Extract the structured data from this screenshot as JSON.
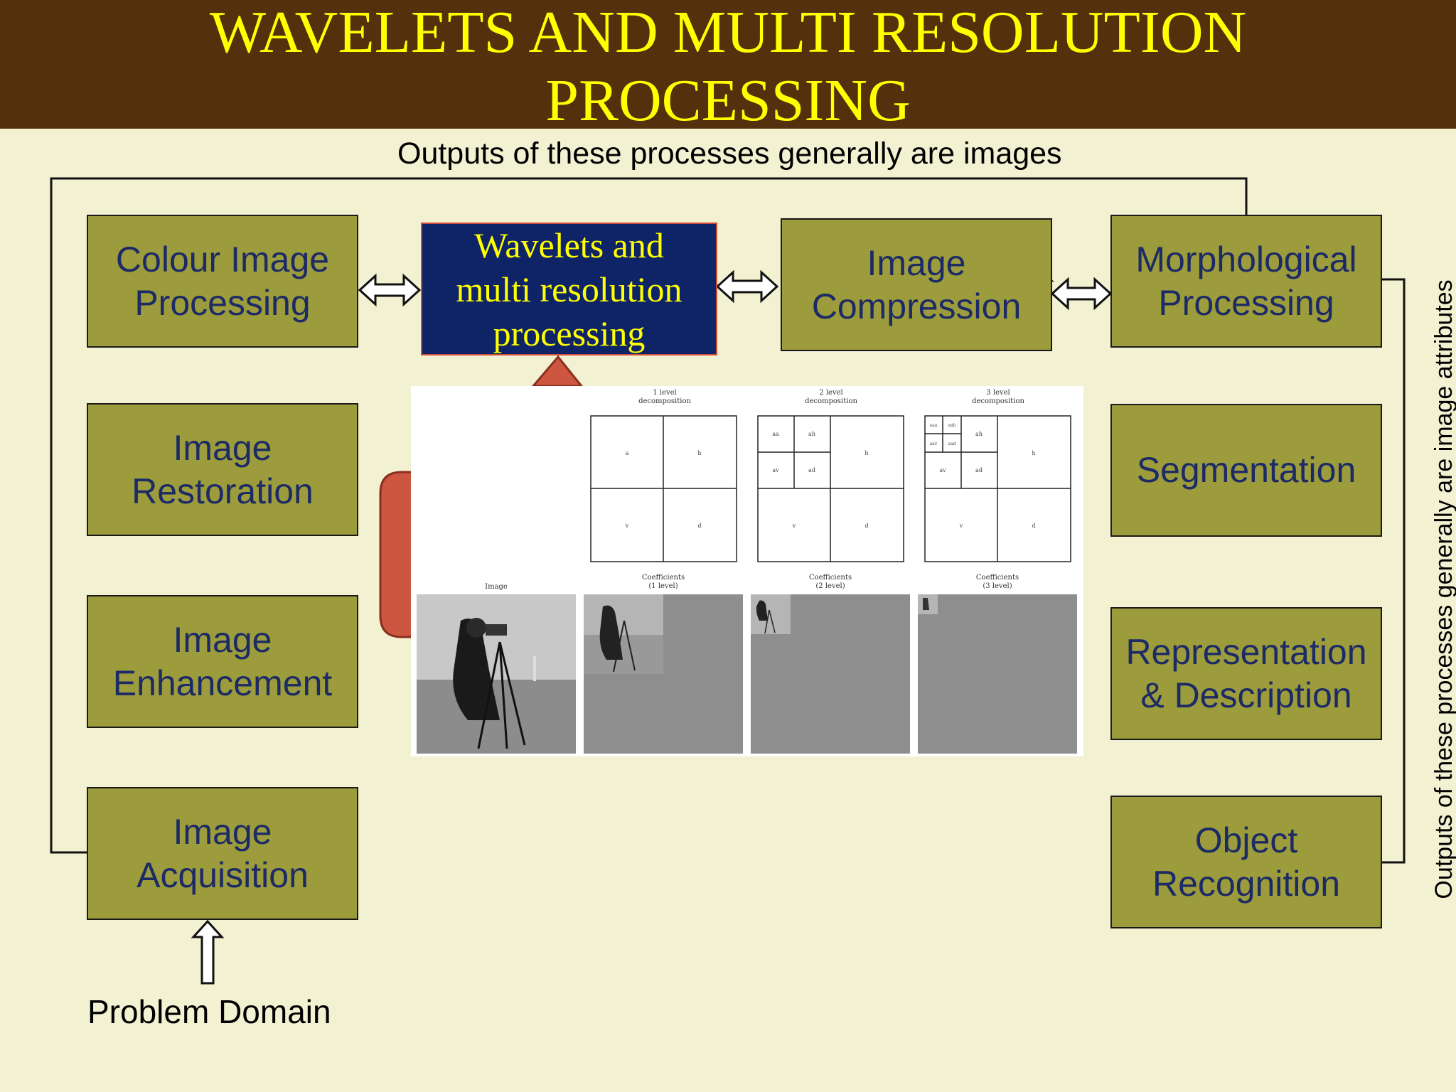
{
  "title": {
    "line1": "WAVELETS AND MULTI RESOLUTION",
    "line2": "PROCESSING"
  },
  "top_caption": "Outputs of these processes generally are images",
  "side_caption": "Outputs of these processes generally are image attributes",
  "problem_domain": "Problem Domain",
  "boxes": {
    "colour": [
      "Colour Image",
      "Processing"
    ],
    "wavelets": [
      "Wavelets and",
      "multi resolution",
      "processing"
    ],
    "compression": [
      "Image",
      "Compression"
    ],
    "morphological": [
      "Morphological",
      "Processing"
    ],
    "restoration": [
      "Image",
      "Restoration"
    ],
    "segmentation": [
      "Segmentation"
    ],
    "enhancement": [
      "Image",
      "Enhancement"
    ],
    "representation": [
      "Representation",
      "& Description"
    ],
    "acquisition": [
      "Image",
      "Acquisition"
    ],
    "recognition": [
      "Object",
      "Recognition"
    ]
  },
  "figure": {
    "decomp_titles": [
      [
        "1 level",
        "decomposition"
      ],
      [
        "2 level",
        "decomposition"
      ],
      [
        "3 level",
        "decomposition"
      ]
    ],
    "image_label": "Image",
    "coef_labels": [
      [
        "Coefficients",
        "(1 level)"
      ],
      [
        "Coefficients",
        "(2 level)"
      ],
      [
        "Coefficients",
        "(3 level)"
      ]
    ],
    "cells_l1": [
      "a",
      "h",
      "v",
      "d"
    ],
    "cells_l2": [
      "aa",
      "ah",
      "av",
      "ad",
      "h",
      "v",
      "d"
    ],
    "cells_l3": [
      "aaa",
      "aah",
      "aav",
      "aad",
      "ah",
      "av",
      "ad",
      "h",
      "v",
      "d"
    ]
  },
  "colors": {
    "header": "#54300c",
    "background": "#f2f1d2",
    "box": "#9c9c3c",
    "box_text": "#1c2a66",
    "highlight": "#0e2466",
    "highlight_text": "#ffff00",
    "callout": "#cd5640"
  }
}
